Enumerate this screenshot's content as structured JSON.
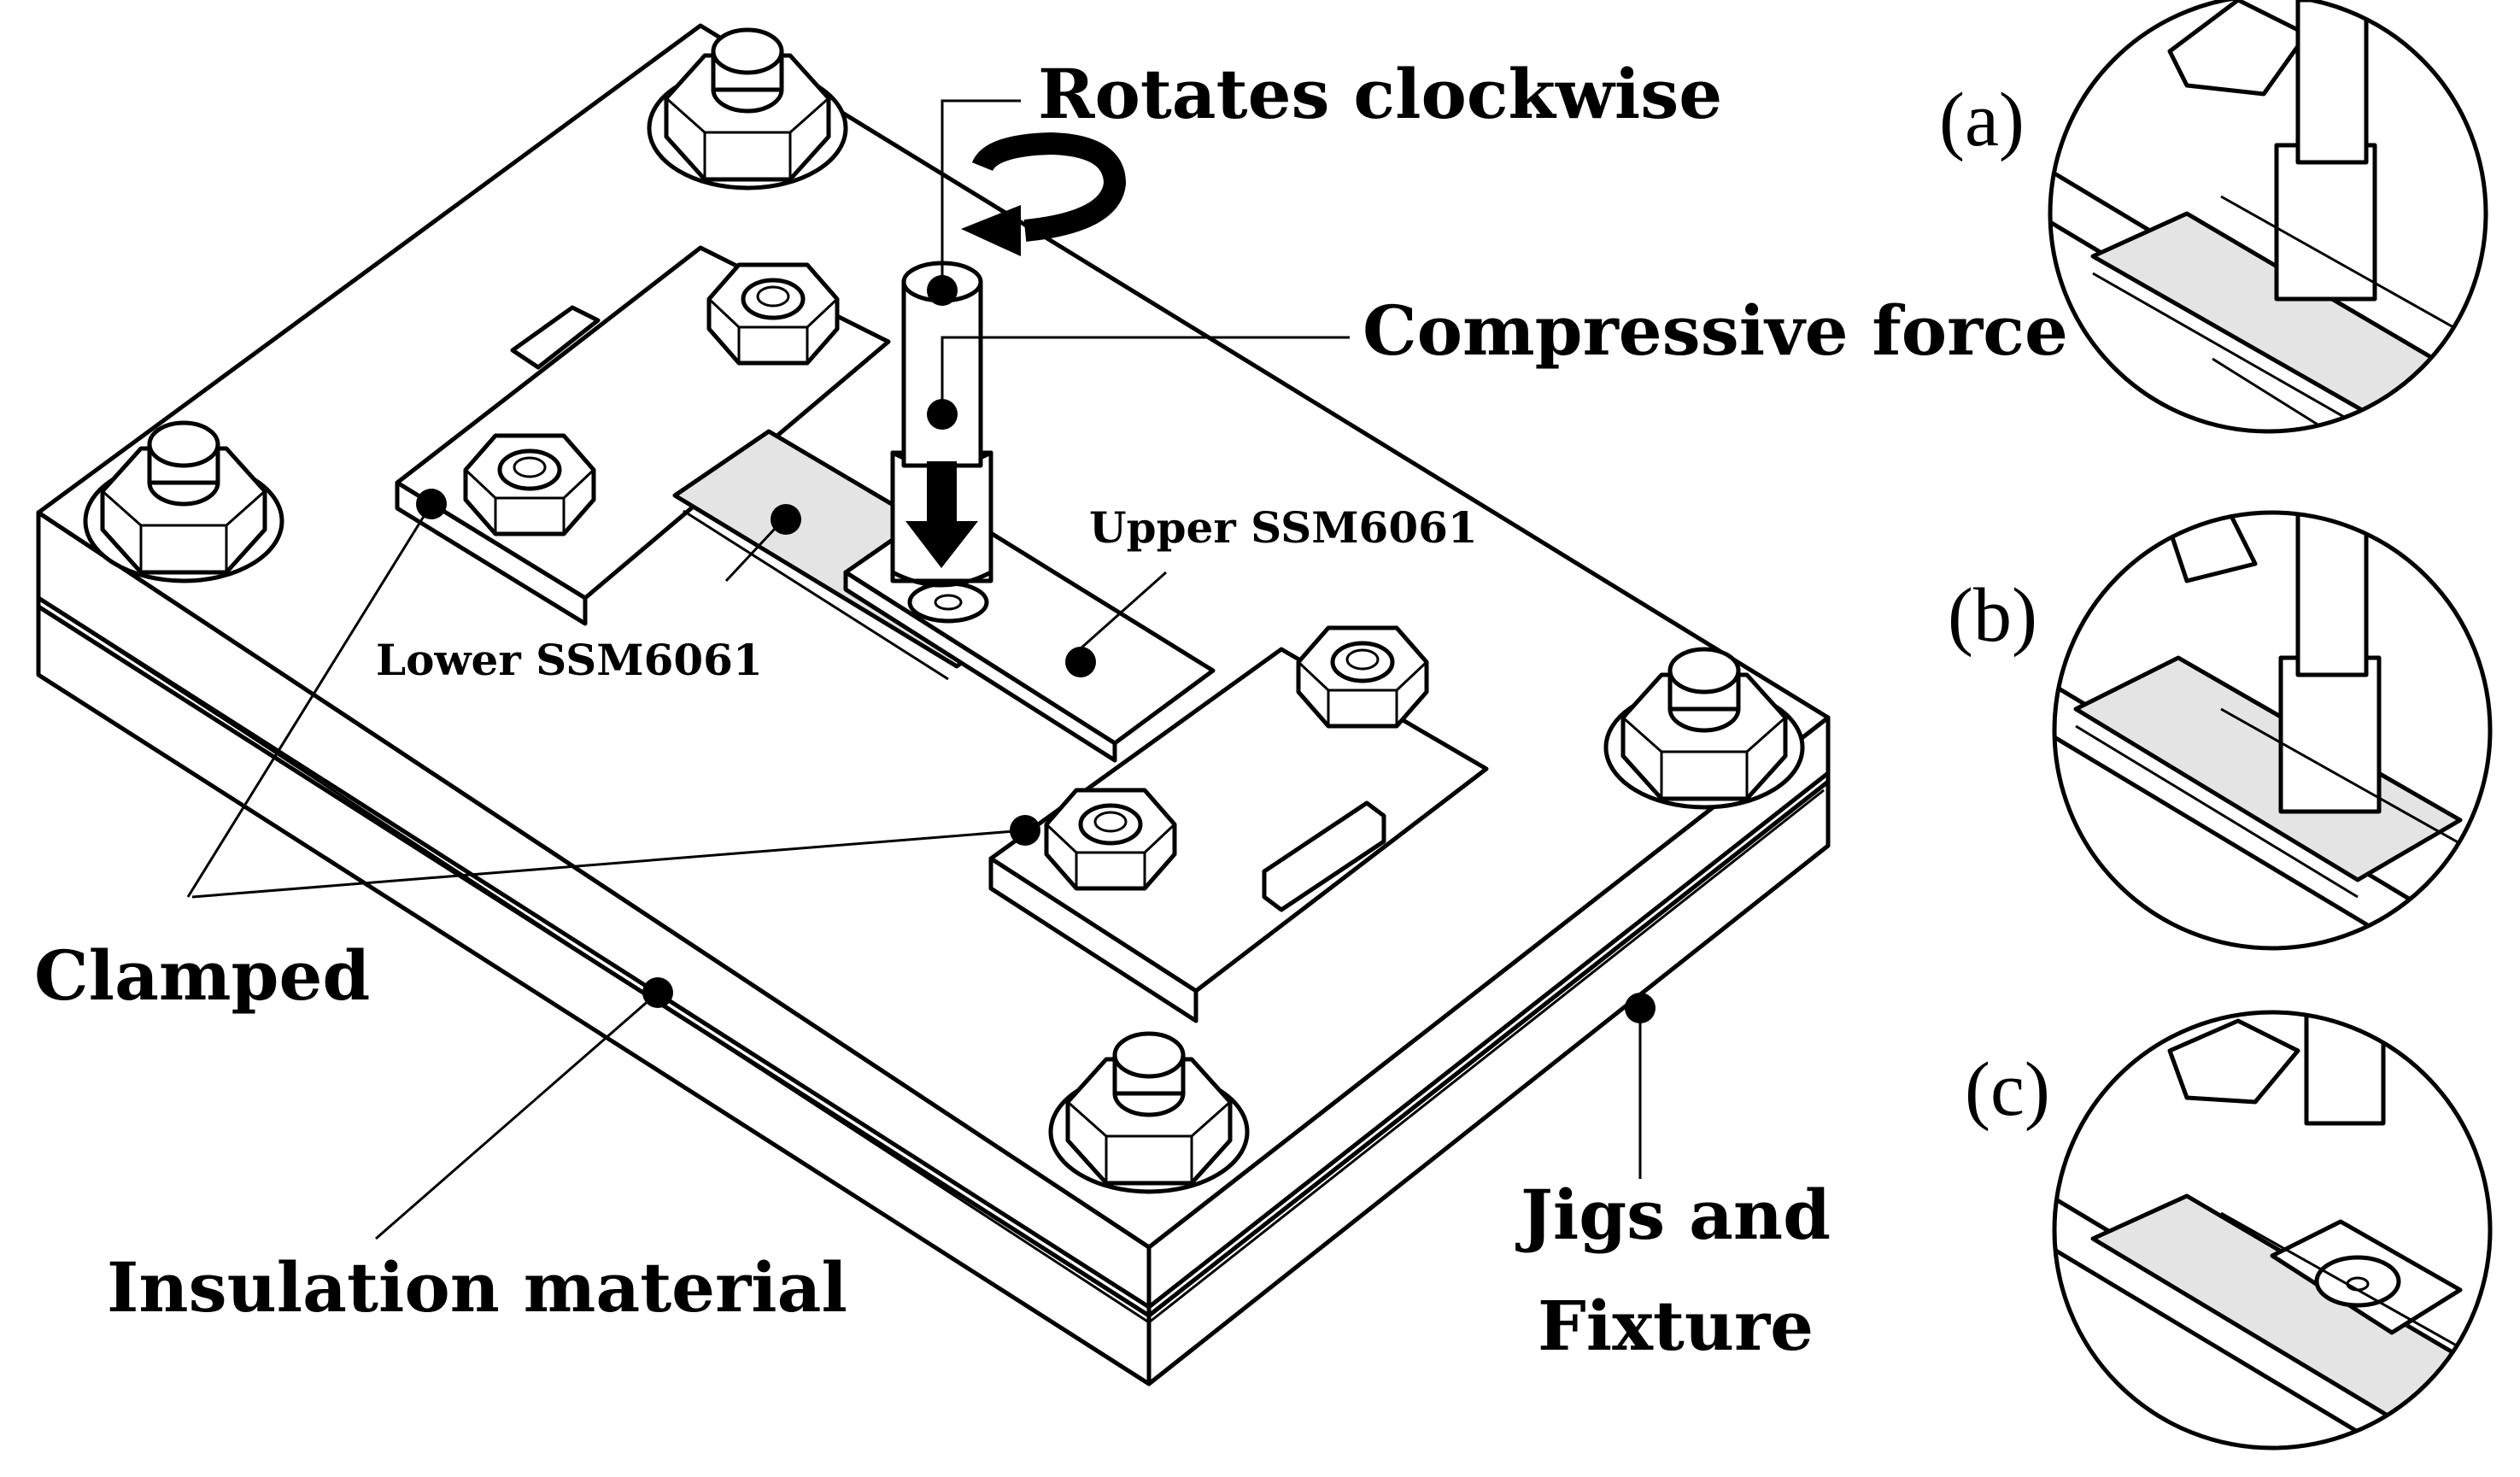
{
  "labels": {
    "rotates": "Rotates clockwise",
    "compressive": "Compressive force",
    "upper": "Upper SSM6061",
    "lower": "Lower SSM6061",
    "clamped": "Clamped",
    "insulation": "Insulation material",
    "jigs_line1": "Jigs and",
    "jigs_line2": "Fixture"
  },
  "detail_views": [
    {
      "label": "(a)"
    },
    {
      "label": "(b)"
    },
    {
      "label": "(c)"
    }
  ],
  "colors": {
    "line": "#000000",
    "background": "#ffffff",
    "shade": "#e4e4e4"
  },
  "icons": [
    "hex-nut-icon",
    "rotation-arrow-icon",
    "down-arrow-icon"
  ]
}
